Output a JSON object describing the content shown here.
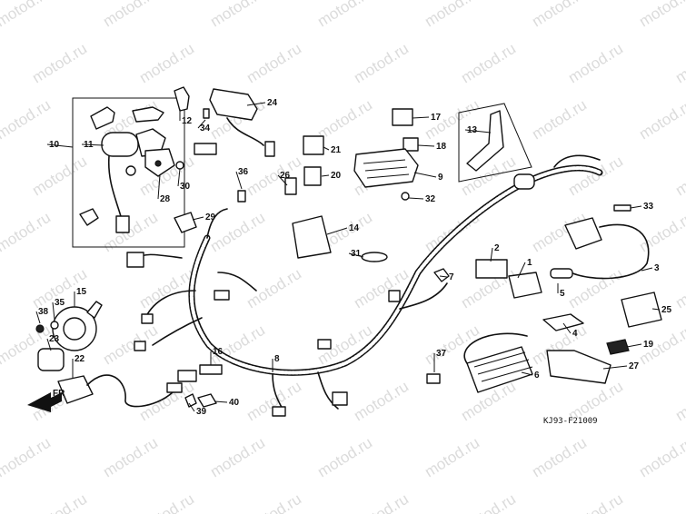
{
  "diagram": {
    "watermark_text": "motod.ru",
    "drawing_code": "KJ93-F21009",
    "direction_label": "FR",
    "callouts": [
      "1",
      "2",
      "3",
      "4",
      "5",
      "6",
      "7",
      "8",
      "9",
      "10",
      "11",
      "12",
      "13",
      "14",
      "15",
      "16",
      "17",
      "18",
      "19",
      "20",
      "21",
      "22",
      "23",
      "24",
      "25",
      "26",
      "27",
      "28",
      "29",
      "30",
      "31",
      "32",
      "33",
      "34",
      "35",
      "36",
      "37",
      "38",
      "39",
      "40"
    ]
  }
}
